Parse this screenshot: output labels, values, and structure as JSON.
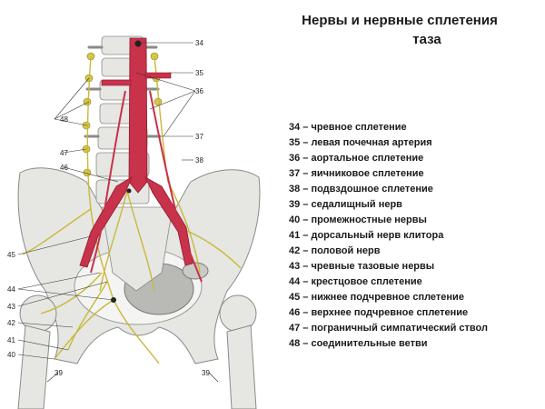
{
  "title": {
    "line1": "Нервы и нервные сплетения",
    "line2": "таза"
  },
  "legend": [
    "34 – чревное сплетение",
    "35 – левая почечная артерия",
    "36 – аортальное сплетение",
    "37 – яичниковое сплетение",
    "38 – подвздошное сплетение",
    "39 – седалищный нерв",
    "40 – промежностные нервы",
    "41 – дорсальный нерв клитора",
    "42 – половой нерв",
    "43 – чревные тазовые нервы",
    "44 – крестцовое сплетение",
    "45 – нижнее подчревное сплетение",
    "46 – верхнее подчревное сплетение",
    "47 – пограничный симпатический ствол",
    "48 – соединительные ветви"
  ],
  "callouts": {
    "n34": "34",
    "n35": "35",
    "n36": "36",
    "n37": "37",
    "n38": "38",
    "n48": "48",
    "n47": "47",
    "n46": "46",
    "n45": "45",
    "n44": "44",
    "n43": "43",
    "n42": "42",
    "n41": "41",
    "n40": "40",
    "n39_left": "39",
    "n39_right": "39"
  },
  "colors": {
    "vessel": "#c8324a",
    "bone": "#e6e6e3",
    "bone_outline": "#8a8a86",
    "nerve": "#d8c84a",
    "organ": "#b9b9b6"
  }
}
